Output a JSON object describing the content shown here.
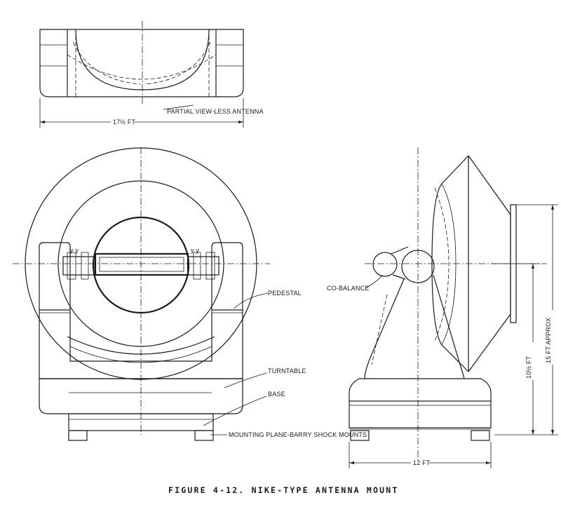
{
  "labels": {
    "partial_view": "PARTIAL VIEW-LESS ANTENNA",
    "width_top": "17½ FT",
    "pedestal": "PEDESTAL",
    "co_balance": "CO-BALANCE",
    "turntable": "TURNTABLE",
    "base": "BASE",
    "mounting_plane": "MOUNTING PLANE-BARRY SHOCK MOUNTS",
    "height_partial": "10½ FT",
    "height_total": "15 FT APPROX",
    "width_side": "12 FT"
  },
  "caption": "FIGURE 4-12.  NIKE-TYPE ANTENNA MOUNT"
}
